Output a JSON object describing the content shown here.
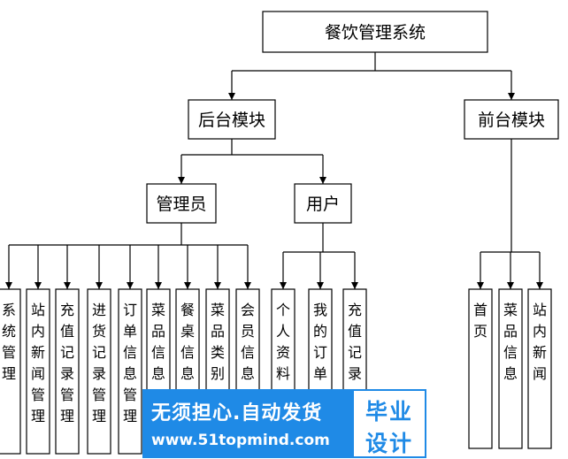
{
  "diagram": {
    "root": "餐饮管理系统",
    "backend": "后台模块",
    "frontend": "前台模块",
    "admin": "管理员",
    "user": "用户",
    "admin_items": [
      "系统管理",
      "站内新闻管理",
      "充值记录管理",
      "进货记录管理",
      "订单信息管理",
      "菜品信息",
      "餐桌信息",
      "菜品类别",
      "会员信息"
    ],
    "user_items": [
      "个人资料",
      "我的订单",
      "充值记录"
    ],
    "front_items": [
      "首页",
      "菜品信息",
      "站内新闻"
    ]
  },
  "watermark": {
    "line1": "无须担心.自动发货",
    "line2": "www.51topmind.com",
    "right_line1": "毕业",
    "right_line2": "设计"
  },
  "colors": {
    "watermark_blue": "#1f8ae6",
    "line": "#000000"
  }
}
